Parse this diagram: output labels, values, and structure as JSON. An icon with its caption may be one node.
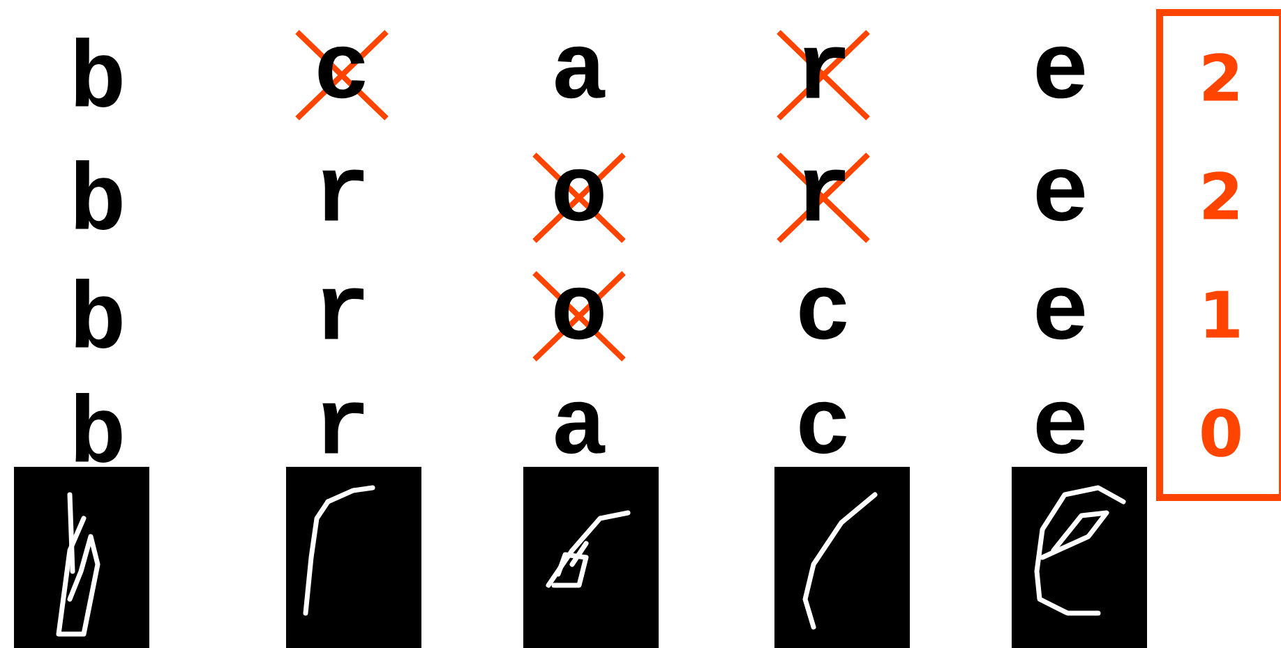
{
  "diagram": {
    "nodes": [
      {
        "text": [
          "2",
          "2",
          "1",
          "0"
        ]
      }
    ],
    "labels": [
      "b",
      "c",
      "a",
      "r",
      "e",
      "b",
      "r",
      "o",
      "r",
      "e",
      "b",
      "r",
      "o",
      "c",
      "e",
      "b",
      "r",
      "a",
      "c",
      "e"
    ]
  }
}
